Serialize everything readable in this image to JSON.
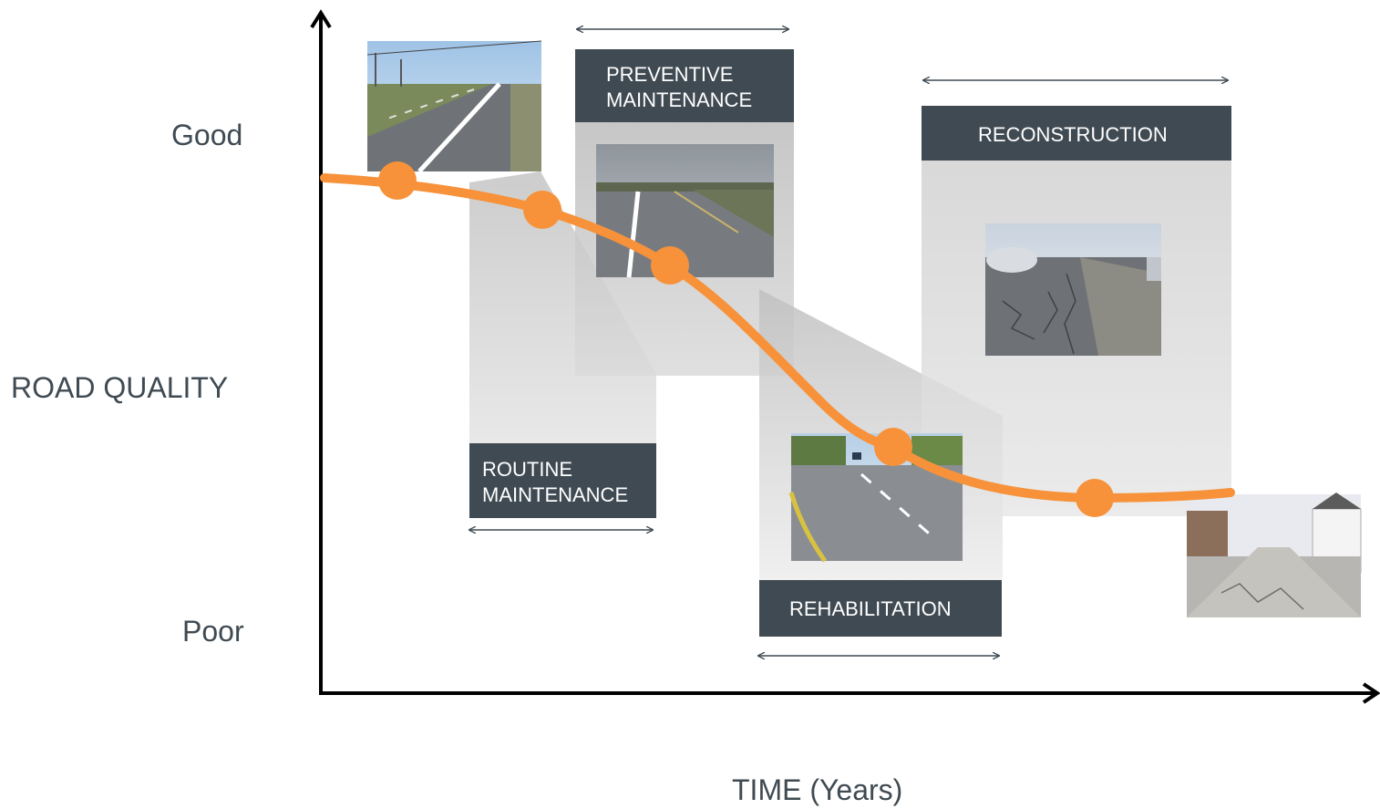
{
  "axes": {
    "y_title": "ROAD QUALITY",
    "y_top_label": "Good",
    "y_bottom_label": "Poor",
    "x_title": "TIME (Years)"
  },
  "phases": {
    "routine": "ROUTINE\nMAINTENANCE",
    "preventive": "PREVENTIVE\nMAINTENANCE",
    "rehabilitation": "REHABILITATION",
    "reconstruction": "RECONSTRUCTION"
  },
  "photos": [
    {
      "name": "new-highway-photo",
      "condition": "good"
    },
    {
      "name": "preventive-road-photo",
      "condition": "fair"
    },
    {
      "name": "rehabilitation-road-photo",
      "condition": "worn"
    },
    {
      "name": "reconstruction-road-photo",
      "condition": "cracked"
    },
    {
      "name": "failed-street-photo",
      "condition": "poor"
    }
  ],
  "colors": {
    "curve": "#f7923a",
    "label_box": "#3f4a52",
    "text": "#3f4a52",
    "axis": "#000000",
    "shade": "#c8c8c8"
  }
}
